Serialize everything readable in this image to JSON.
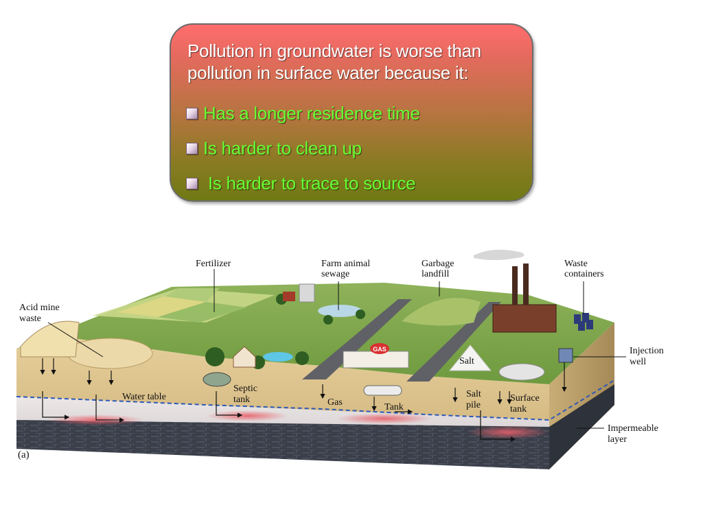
{
  "callout": {
    "heading": "Pollution in groundwater is worse than pollution in surface water because it:",
    "bullets": [
      "Has a longer residence time",
      "Is harder to clean up",
      "Is harder to trace to source"
    ]
  },
  "diagram": {
    "labels": {
      "fertilizer": "Fertilizer",
      "farm_animal_sewage": [
        "Farm animal",
        "sewage"
      ],
      "garbage_landfill": [
        "Garbage",
        "landfill"
      ],
      "waste_containers": [
        "Waste",
        "containers"
      ],
      "acid_mine_waste": [
        "Acid mine",
        "waste"
      ],
      "injection_well": [
        "Injection",
        "well"
      ],
      "salt": "Salt",
      "water_table": "Water table",
      "septic_tank": [
        "Septic",
        "tank"
      ],
      "gas": "Gas",
      "tank": "Tank",
      "salt_pile": [
        "Salt",
        "pile"
      ],
      "surface_tank": [
        "Surface",
        "tank"
      ],
      "impermeable_layer": [
        "Impermeable",
        "layer"
      ],
      "figure_tag": "(a)",
      "gas_station_sign": "GAS"
    },
    "colors": {
      "grass": "#7fa34a",
      "soil": "#dcc28e",
      "bedrock": "#3a3f4a",
      "water_table_line": "#2c58b8",
      "plume": "#e8606a"
    }
  }
}
